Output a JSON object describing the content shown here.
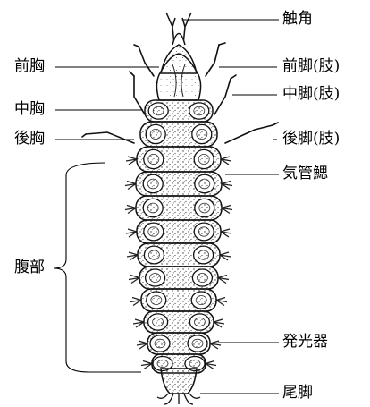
{
  "labels": {
    "antenna": "触角",
    "prothorax": "前胸",
    "foreleg": "前脚(肢)",
    "mesothorax": "中胸",
    "midleg": "中脚(肢)",
    "metathorax": "後胸",
    "hindleg": "後脚(肢)",
    "gill": "気管鰓",
    "abdomen": "腹部",
    "light_organ": "発光器",
    "tail_leg": "尾脚"
  }
}
